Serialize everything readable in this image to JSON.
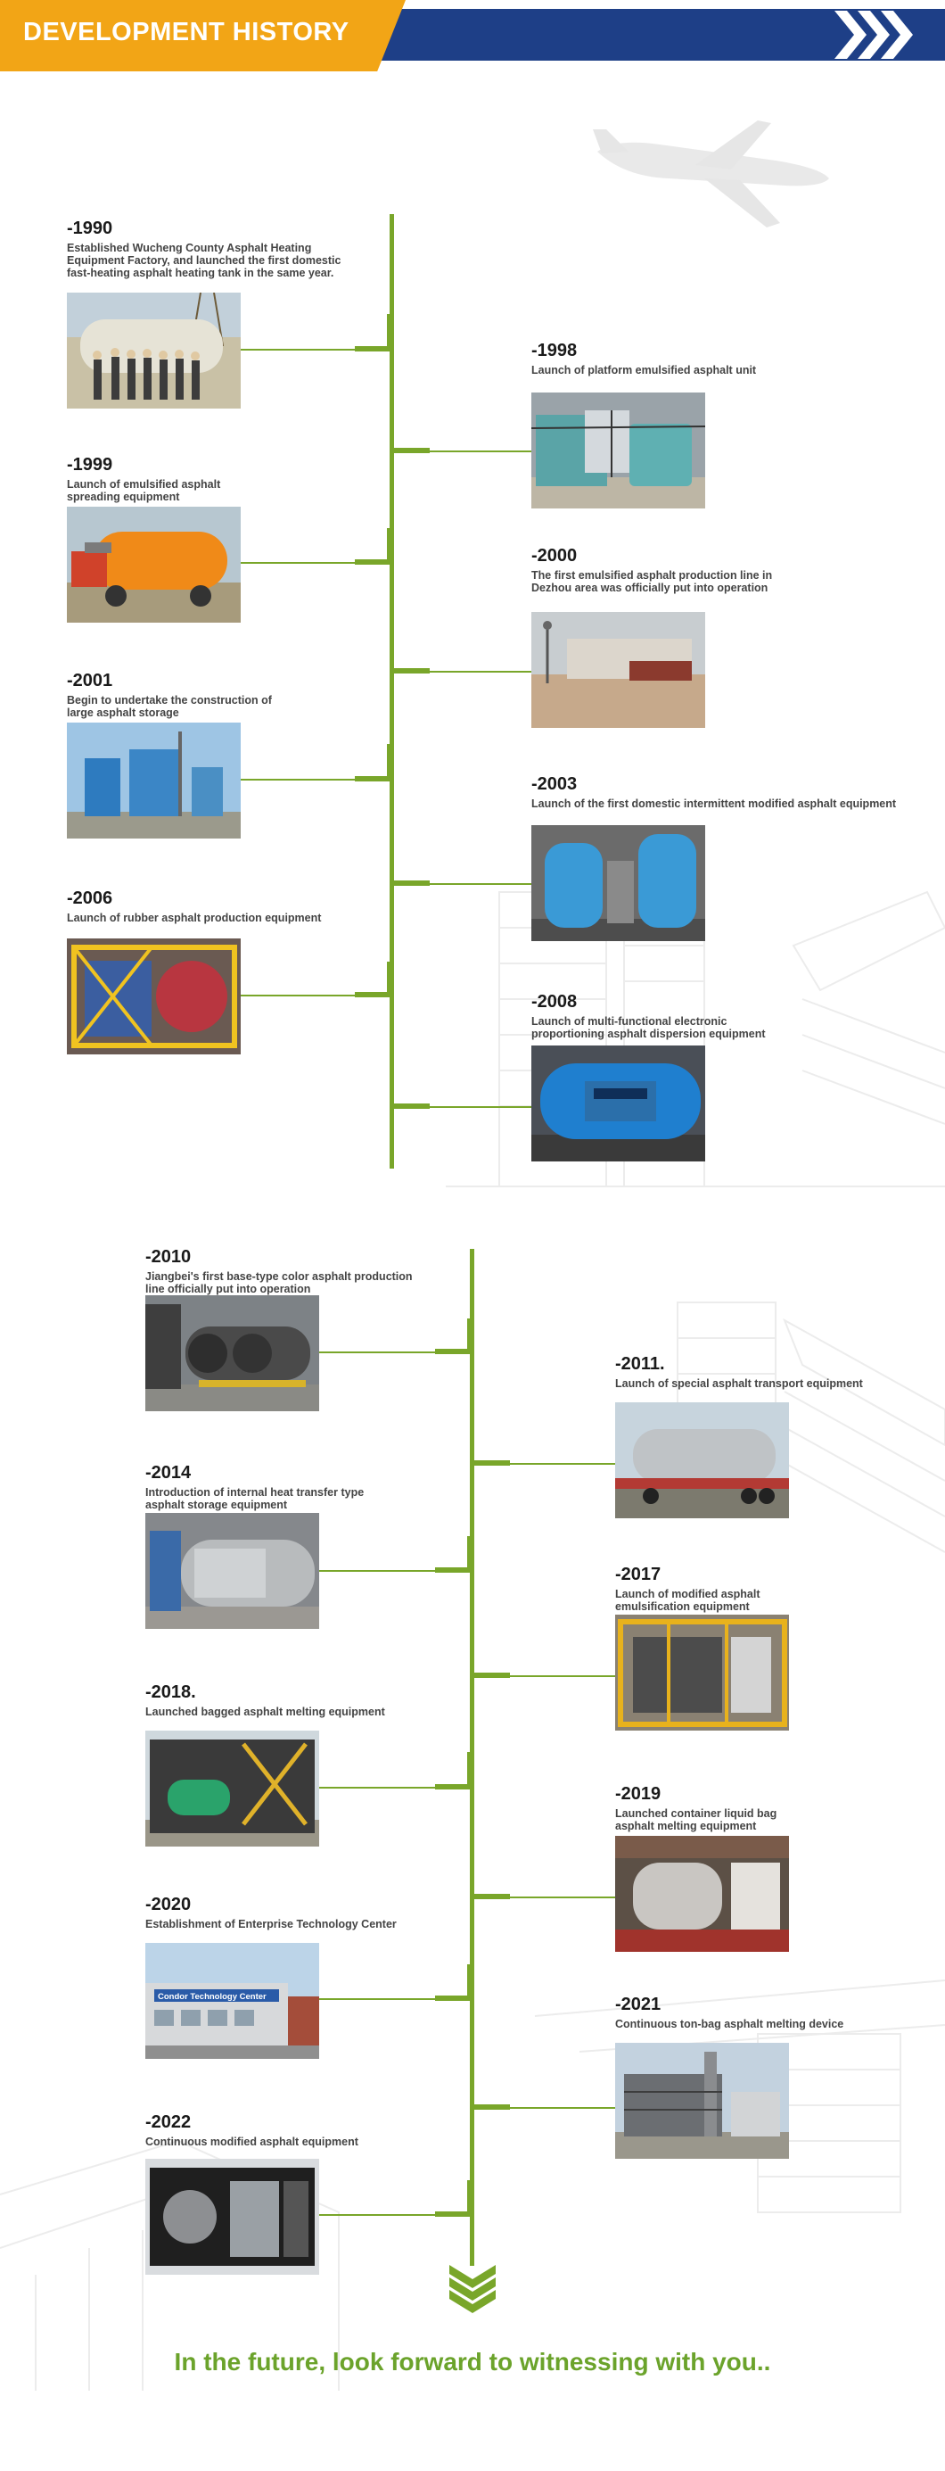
{
  "header": {
    "title": "DEVELOPMENT HISTORY"
  },
  "timeline1": [
    {
      "year": "-1990",
      "desc": "Established Wucheng County Asphalt Heating\nEquipment Factory, and launched the first domestic\nfast-heating asphalt heating tank in the same year."
    },
    {
      "year": "-1998",
      "desc": "Launch of platform emulsified asphalt unit"
    },
    {
      "year": "-1999",
      "desc": "Launch of emulsified asphalt\nspreading equipment"
    },
    {
      "year": "-2000",
      "desc": "The first emulsified asphalt production line in\nDezhou area was officially put into operation"
    },
    {
      "year": "-2001",
      "desc": "Begin to undertake the construction of\nlarge asphalt storage"
    },
    {
      "year": "-2003",
      "desc": "Launch of the first domestic intermittent modified asphalt equipment"
    },
    {
      "year": "-2006",
      "desc": "Launch of rubber asphalt production equipment"
    },
    {
      "year": "-2008",
      "desc": "Launch of multi-functional electronic\nproportioning asphalt dispersion equipment"
    }
  ],
  "timeline2": [
    {
      "year": "-2010",
      "desc": "Jiangbei's first base-type color asphalt production\nline officially put into operation"
    },
    {
      "year": "-2011.",
      "desc": "Launch of special asphalt transport equipment"
    },
    {
      "year": "-2014",
      "desc": "Introduction of internal heat transfer type\nasphalt storage equipment"
    },
    {
      "year": "-2017",
      "desc": "Launch of modified asphalt\nemulsification equipment"
    },
    {
      "year": "-2018.",
      "desc": "Launched bagged asphalt melting equipment"
    },
    {
      "year": "-2019",
      "desc": "Launched container liquid bag\nasphalt melting equipment"
    },
    {
      "year": "-2020",
      "desc": "Establishment of Enterprise Technology Center"
    },
    {
      "year": "-2021",
      "desc": "Continuous ton-bag asphalt melting device"
    },
    {
      "year": "-2022",
      "desc": "Continuous modified asphalt equipment"
    }
  ],
  "photo_text": {
    "tech_center_sign": "Condor Technology Center"
  },
  "footer": {
    "future": "In the future, look forward to witnessing with you.."
  },
  "colors": {
    "green": "#79a62a",
    "navy": "#1e3f87",
    "orange": "#f2a516"
  }
}
